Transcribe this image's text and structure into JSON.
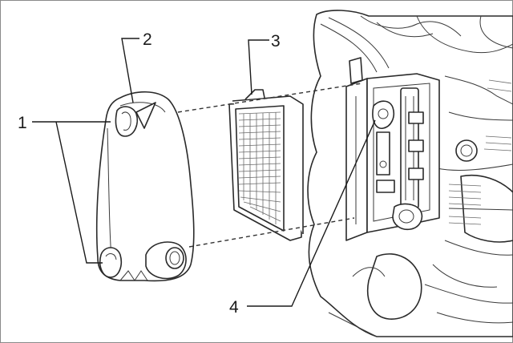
{
  "callouts": [
    {
      "id": "1",
      "text": "1"
    },
    {
      "id": "2",
      "text": "2"
    },
    {
      "id": "3",
      "text": "3"
    },
    {
      "id": "4",
      "text": "4"
    }
  ],
  "colors": {
    "line": "#2a2a2a",
    "background": "#ffffff",
    "border": "#8a8a8a"
  }
}
